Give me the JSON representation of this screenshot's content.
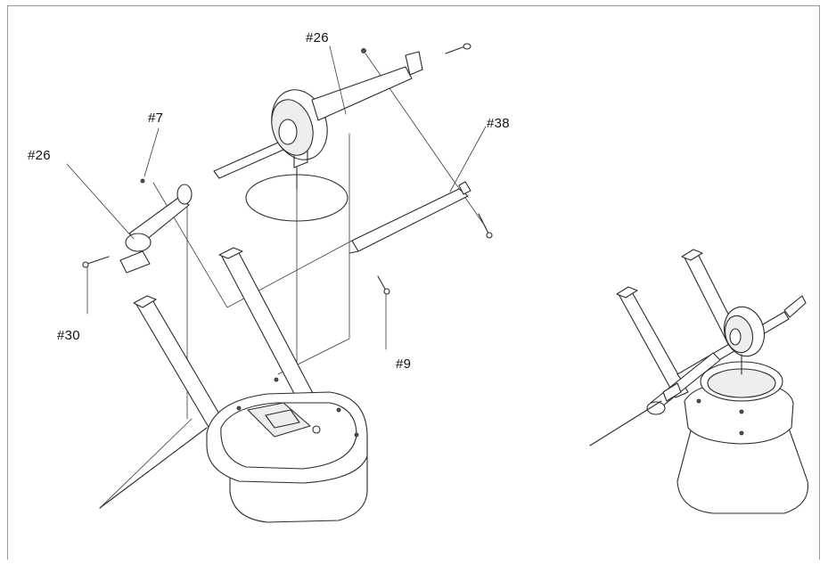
{
  "callouts": {
    "c1": "#26",
    "c2": "#7",
    "c3": "#26",
    "c4": "#38",
    "c5": "#30",
    "c6": "#9"
  }
}
